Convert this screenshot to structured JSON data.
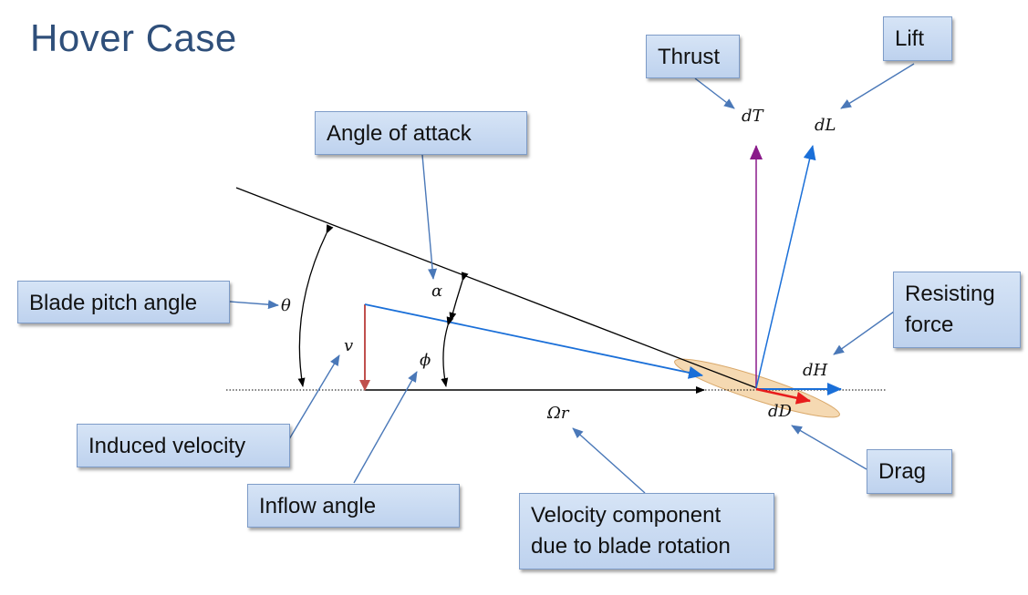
{
  "title": "Hover Case",
  "labels": {
    "thrust": "Thrust",
    "lift": "Lift",
    "angle_of_attack": "Angle of attack",
    "blade_pitch_angle": "Blade pitch angle",
    "resisting_force": "Resisting force",
    "induced_velocity": "Induced velocity",
    "inflow_angle": "Inflow angle",
    "velocity_component": "Velocity component due to blade rotation",
    "drag": "Drag"
  },
  "symbols": {
    "dT": "dT",
    "dL": "dL",
    "alpha": "α",
    "theta": "θ",
    "v": "v",
    "phi": "ϕ",
    "dH": "dH",
    "dD": "dD",
    "omega_r": "Ωr"
  },
  "colors": {
    "title": "#2f4f7a",
    "box_fill": "#c8daf2",
    "box_border": "#7e9cc8",
    "connector": "#4a78b8",
    "thrust_vector": "#8a1a8a",
    "lift_vector": "#1a6fd8",
    "drag_vector": "#e81c1c",
    "induced_vector": "#c0504d",
    "airfoil_fill": "#f5d9b2"
  }
}
